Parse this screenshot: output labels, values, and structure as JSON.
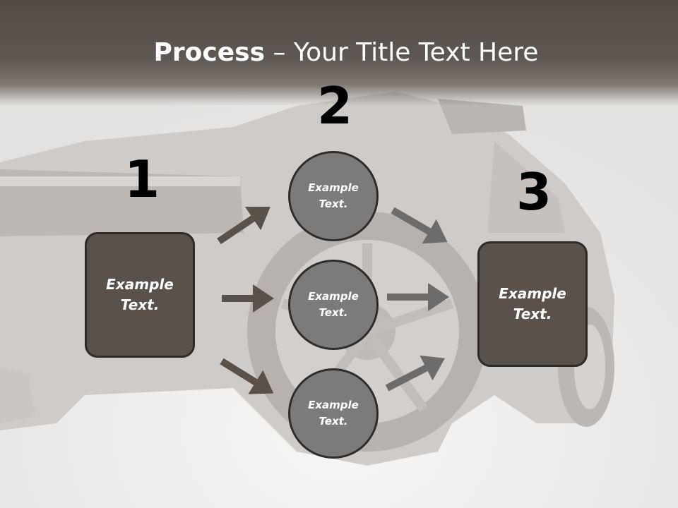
{
  "title": {
    "bold": "Process",
    "rest": " – Your Title Text Here"
  },
  "steps": {
    "n1": "1",
    "n2": "2",
    "n3": "3"
  },
  "left_box": {
    "text": "Example Text."
  },
  "right_box": {
    "text": "Example Text."
  },
  "circles": [
    {
      "text": "Example Text."
    },
    {
      "text": "Example Text."
    },
    {
      "text": "Example Text."
    }
  ],
  "colors": {
    "header": "#5f5751",
    "box_fill": "#5a514b",
    "circle_fill": "#7d7b7a",
    "arrow_left": "#5a514b",
    "arrow_right": "#6e6c6b"
  }
}
